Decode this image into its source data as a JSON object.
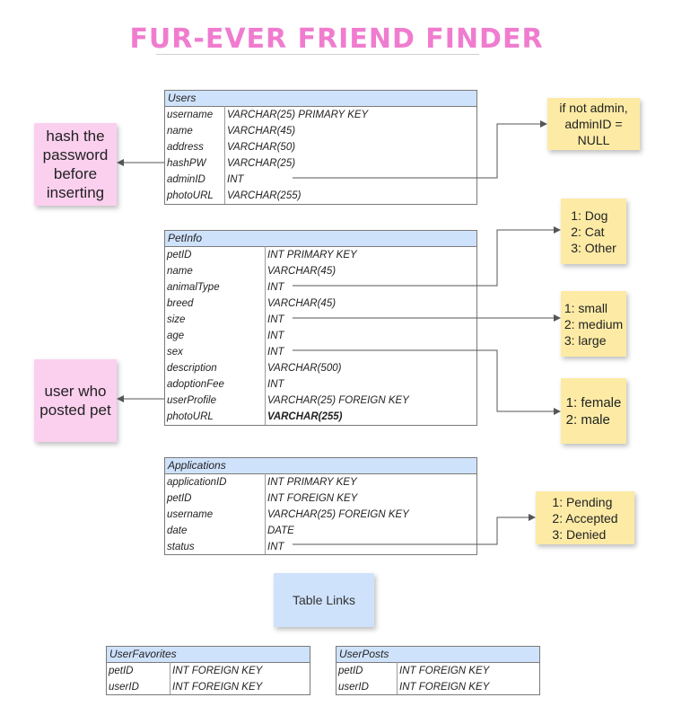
{
  "title": "FUR-EVER FRIEND FINDER",
  "tables": {
    "users": {
      "name": "Users",
      "rows": [
        {
          "field": "username",
          "type": "VARCHAR(25) PRIMARY KEY"
        },
        {
          "field": "name",
          "type": "VARCHAR(45)"
        },
        {
          "field": "address",
          "type": "VARCHAR(50)"
        },
        {
          "field": "hashPW",
          "type": "VARCHAR(25)"
        },
        {
          "field": "adminID",
          "type": "INT"
        },
        {
          "field": "photoURL",
          "type": "VARCHAR(255)"
        }
      ]
    },
    "petinfo": {
      "name": "PetInfo",
      "rows": [
        {
          "field": "petID",
          "type": "INT PRIMARY KEY"
        },
        {
          "field": "name",
          "type": "VARCHAR(45)"
        },
        {
          "field": "animalType",
          "type": "INT"
        },
        {
          "field": "breed",
          "type": "VARCHAR(45)"
        },
        {
          "field": "size",
          "type": "INT"
        },
        {
          "field": "age",
          "type": "INT"
        },
        {
          "field": "sex",
          "type": "INT"
        },
        {
          "field": "description",
          "type": "VARCHAR(500)"
        },
        {
          "field": "adoptionFee",
          "type": "INT"
        },
        {
          "field": "userProfile",
          "type": "VARCHAR(25) FOREIGN KEY"
        },
        {
          "field": "photoURL",
          "type": "VARCHAR(255)"
        }
      ]
    },
    "applications": {
      "name": "Applications",
      "rows": [
        {
          "field": "applicationID",
          "type": "INT PRIMARY KEY"
        },
        {
          "field": "petID",
          "type": "INT FOREIGN KEY"
        },
        {
          "field": "username",
          "type": "VARCHAR(25) FOREIGN KEY"
        },
        {
          "field": "date",
          "type": "DATE"
        },
        {
          "field": "status",
          "type": "INT"
        }
      ]
    },
    "userfavorites": {
      "name": "UserFavorites",
      "rows": [
        {
          "field": "petID",
          "type": "INT FOREIGN KEY"
        },
        {
          "field": "userID",
          "type": "INT FOREIGN KEY"
        }
      ]
    },
    "userposts": {
      "name": "UserPosts",
      "rows": [
        {
          "field": "petID",
          "type": "INT FOREIGN KEY"
        },
        {
          "field": "userID",
          "type": "INT FOREIGN KEY"
        }
      ]
    }
  },
  "notes": {
    "hash": [
      "hash the",
      "password",
      "before",
      "inserting"
    ],
    "user_posted": [
      "user who",
      "posted pet"
    ],
    "admin": [
      "if not admin,",
      "adminID =",
      "NULL"
    ],
    "animal": [
      "1: Dog",
      "2: Cat",
      "3: Other"
    ],
    "size": [
      "1: small",
      "2: medium",
      "3: large"
    ],
    "sex": [
      "1: female",
      "2: male"
    ],
    "status": [
      "1: Pending",
      "2: Accepted",
      "3: Denied"
    ],
    "table_links": "Table Links"
  },
  "colors": {
    "title": "#f07ccf",
    "table_header": "#cfe2fb",
    "note_pink": "#fbd0ef",
    "note_yellow": "#fdeba5",
    "note_blue": "#cfe2fb"
  }
}
